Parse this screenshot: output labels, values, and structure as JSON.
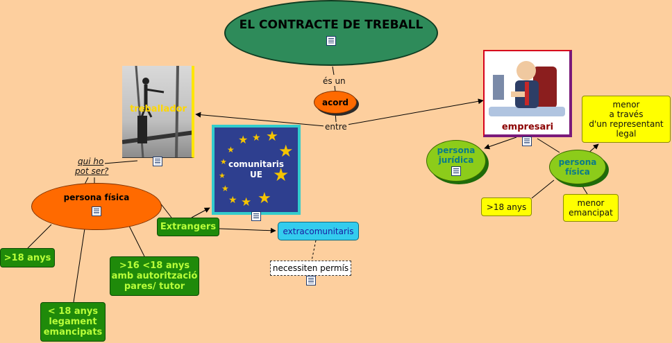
{
  "title": {
    "text": "EL CONTRACTE DE TREBALL"
  },
  "links": {
    "es_un": "és un",
    "entre": "entre",
    "qui_ho": "qui ho",
    "pot_ser": "pot ser?"
  },
  "nodes": {
    "acord": "acord",
    "treballador": "treballador",
    "empresari": "empresari",
    "comunitaris_line1": "comunitaris",
    "comunitaris_line2": "UE",
    "persona_fisica_left": "persona física",
    "extrangers": "Extrangers",
    "extracomunitaris": "extracomunitaris",
    "necessiten_permis": "necessiten permís",
    "major18_left": ">18 anys",
    "entre16_18_line1": ">16 <18 anys",
    "entre16_18_line2": "amb autorització",
    "entre16_18_line3": "pares/ tutor",
    "menor18_line1": "< 18 anys",
    "menor18_line2": "legament",
    "menor18_line3": "emancipats",
    "persona_juridica_line1": "persona",
    "persona_juridica_line2": "jurídica",
    "persona_fisica_right_line1": "persona",
    "persona_fisica_right_line2": "física",
    "menor_representant_line1": "menor",
    "menor_representant_line2": "a través",
    "menor_representant_line3": "d'un representant",
    "menor_representant_line4": "legal",
    "major18_right": ">18 anys",
    "menor_emancipat_line1": "menor",
    "menor_emancipat_line2": "emancipat"
  },
  "colors": {
    "background": "#fdcf9e",
    "title_ellipse": "#2e8b5a",
    "orange_node": "#ff6a00",
    "green_box": "#1f8a0a",
    "green_text": "#b9ff3a",
    "light_green": "#8ccc1a",
    "teal_text": "#0a7a8a",
    "yellow_box": "#ffff00",
    "cyan_box": "#33ccee",
    "eu_blue": "#2e3f8f"
  },
  "icons": [
    "document-icon",
    "star-icon",
    "arrow-icon"
  ]
}
